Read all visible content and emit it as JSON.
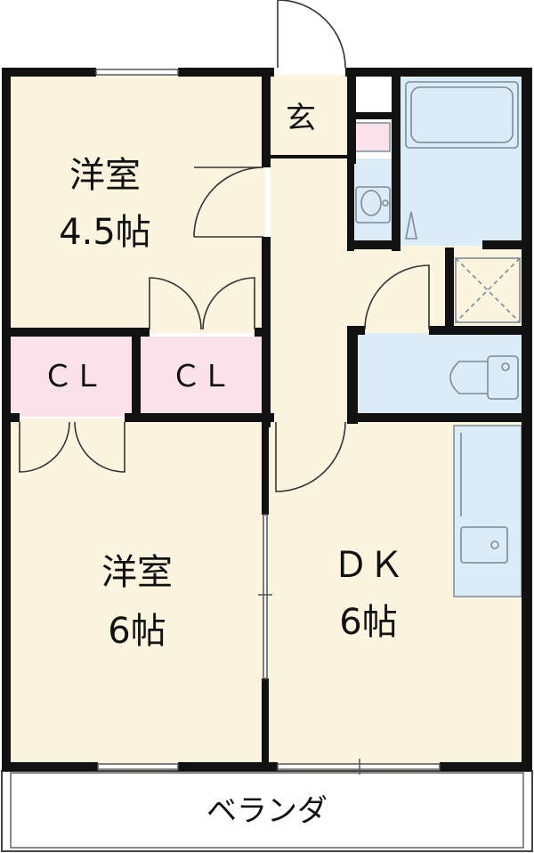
{
  "labels": {
    "western_room_small_name": "洋室",
    "western_room_small_size": "4.5帖",
    "closet_left": "ＣＬ",
    "closet_right": "ＣＬ",
    "entrance": "玄",
    "western_room_large_name": "洋室",
    "western_room_large_size": "6帖",
    "dining_kitchen_name": "ＤＫ",
    "dining_kitchen_size": "6帖",
    "balcony": "ベランダ"
  },
  "colors": {
    "wall": "#111111",
    "room_floor": "#fdf4df",
    "closet": "#fbe2ea",
    "wet_area": "#dcecf6",
    "fixture_line": "#7a8c96",
    "door_line": "#333333",
    "balcony_floor": "#ffffff"
  }
}
